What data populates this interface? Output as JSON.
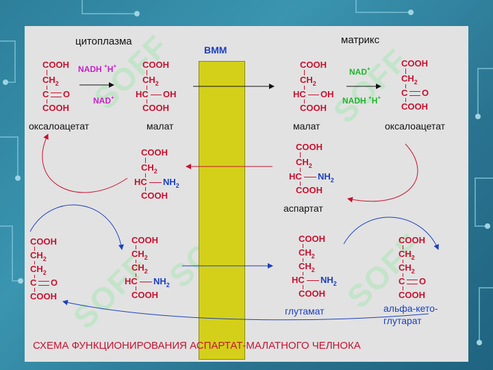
{
  "compartments": {
    "cytoplasm": "цитоплазма",
    "matrix": "матрикс",
    "membrane": "ВММ"
  },
  "molecules": {
    "oxaloacetate": "оксалоацетат",
    "malate": "малат",
    "aspartate": "аспартат",
    "glutamate": "глутамат",
    "alpha_ketoglutarate_line1": "альфа-кето-",
    "alpha_ketoglutarate_line2": "глутарат"
  },
  "formula": {
    "cooh": "COOH",
    "ch2": "CH",
    "c": "C",
    "hc": "HC",
    "o": "O",
    "oh": "OH",
    "nh": "NH",
    "two": "2"
  },
  "cofactors": {
    "nadh": "NADH",
    "h": "H",
    "nad": "NAD",
    "plus": "+"
  },
  "caption": "СХЕМА ФУНКЦИОНИРОВАНИЯ АСПАРТАТ-МАЛАТНОГО ЧЕЛНОКА",
  "watermark": "SOFF",
  "colors": {
    "formula": "#c8102e",
    "amino": "#1a3fbf",
    "nad_cytoplasm": "#c81ec8",
    "nad_matrix": "#1fb52a",
    "membrane": "#d4d01a",
    "arrow_red": "#c8102e",
    "arrow_blue": "#1a3fbf"
  }
}
